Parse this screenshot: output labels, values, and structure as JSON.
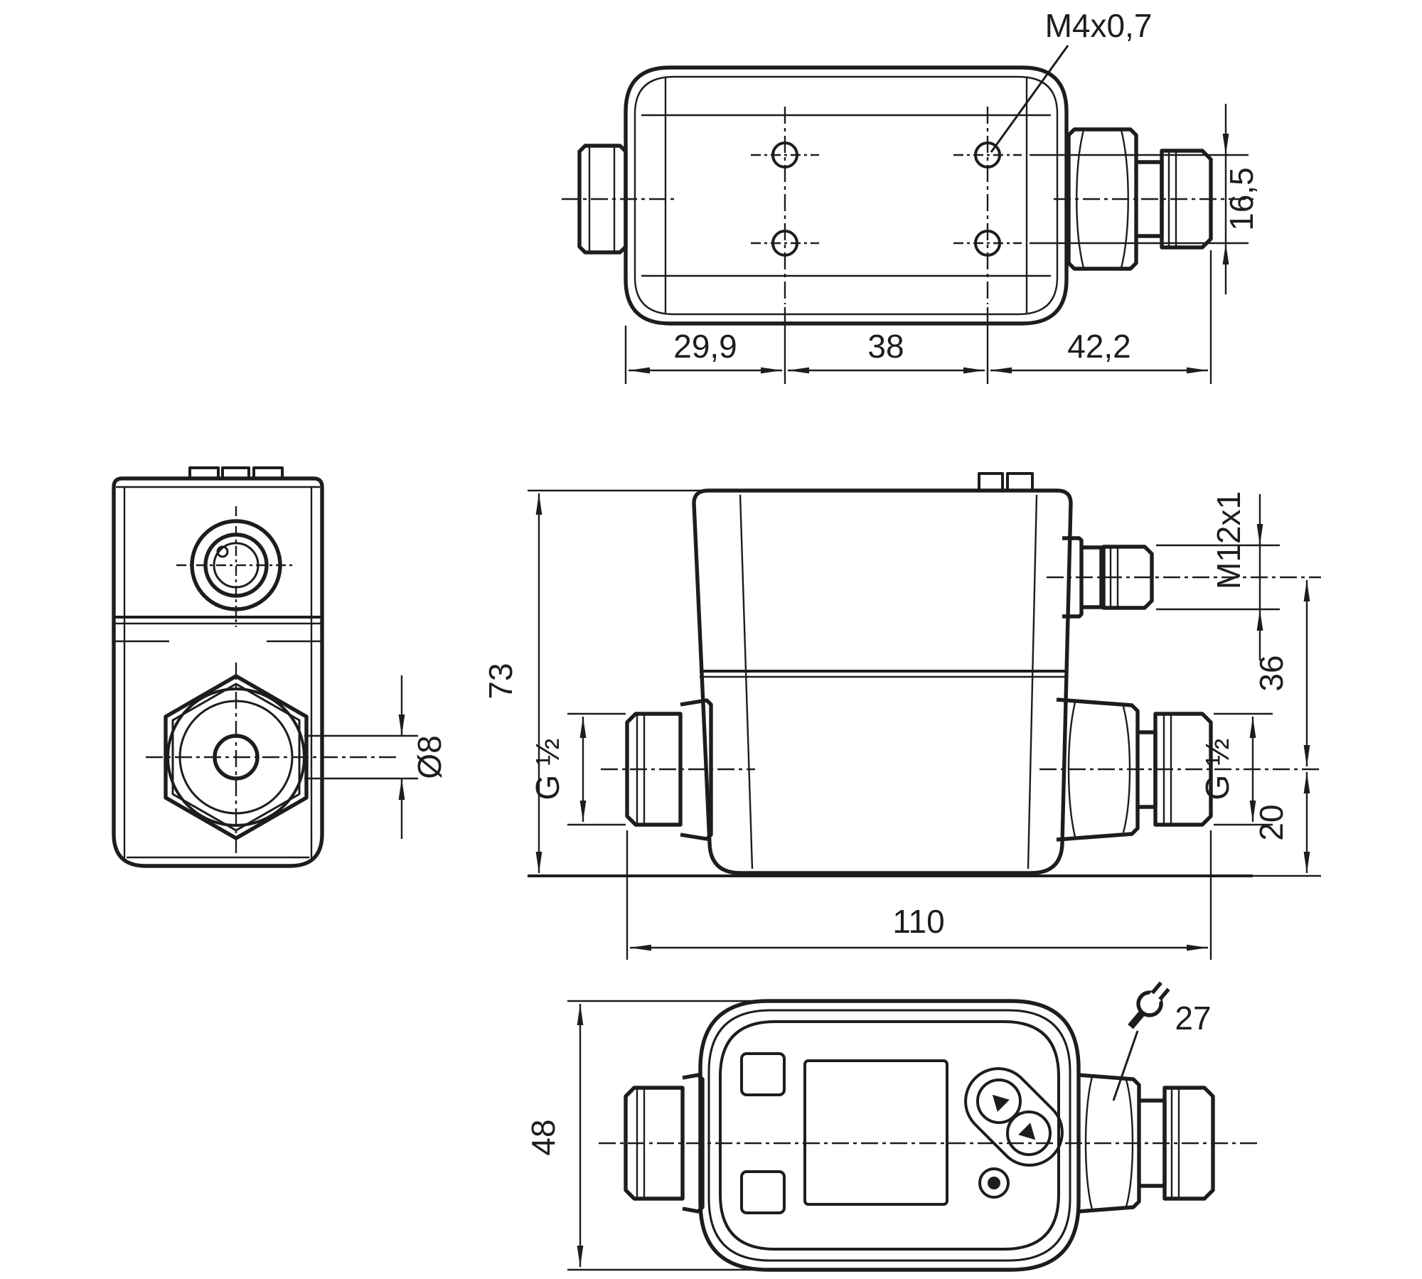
{
  "colors": {
    "ink": "#1d1d1b",
    "paper": "#ffffff"
  },
  "top_view": {
    "mounting_thread_label": "M4x0,7",
    "dim_edge_to_hole": "29,9",
    "dim_hole_spacing": "38",
    "dim_hole_to_tip": "42,2",
    "dim_hole_row_spacing": "16,5"
  },
  "side_view": {
    "dim_bore": "Ø8"
  },
  "front_view": {
    "dim_height": "73",
    "dim_connector_thread": "M12x1",
    "dim_connector_to_port": "36",
    "dim_port_thread_left": "G ½",
    "dim_port_thread_right": "G ½",
    "dim_port_to_base": "20",
    "dim_length": "110"
  },
  "bottom_view": {
    "dim_width": "48",
    "wrench_flats": "27",
    "wrench_icon": "open-end-wrench"
  }
}
